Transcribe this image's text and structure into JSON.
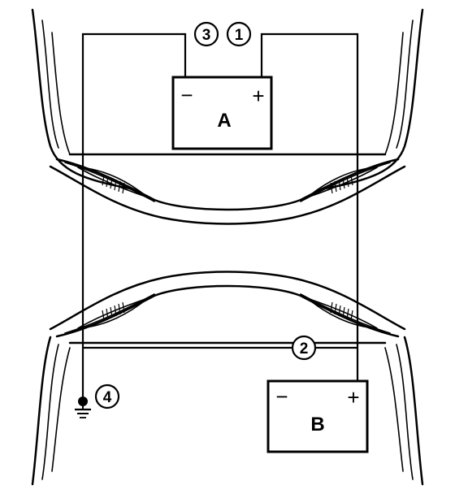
{
  "battery_a": {
    "label": "A",
    "negative": "−",
    "positive": "+"
  },
  "battery_b": {
    "label": "B",
    "negative": "−",
    "positive": "+"
  },
  "callouts": {
    "c1": "1",
    "c2": "2",
    "c3": "3",
    "c4": "4"
  },
  "icons": {
    "ground": "ground-symbol-icon"
  }
}
